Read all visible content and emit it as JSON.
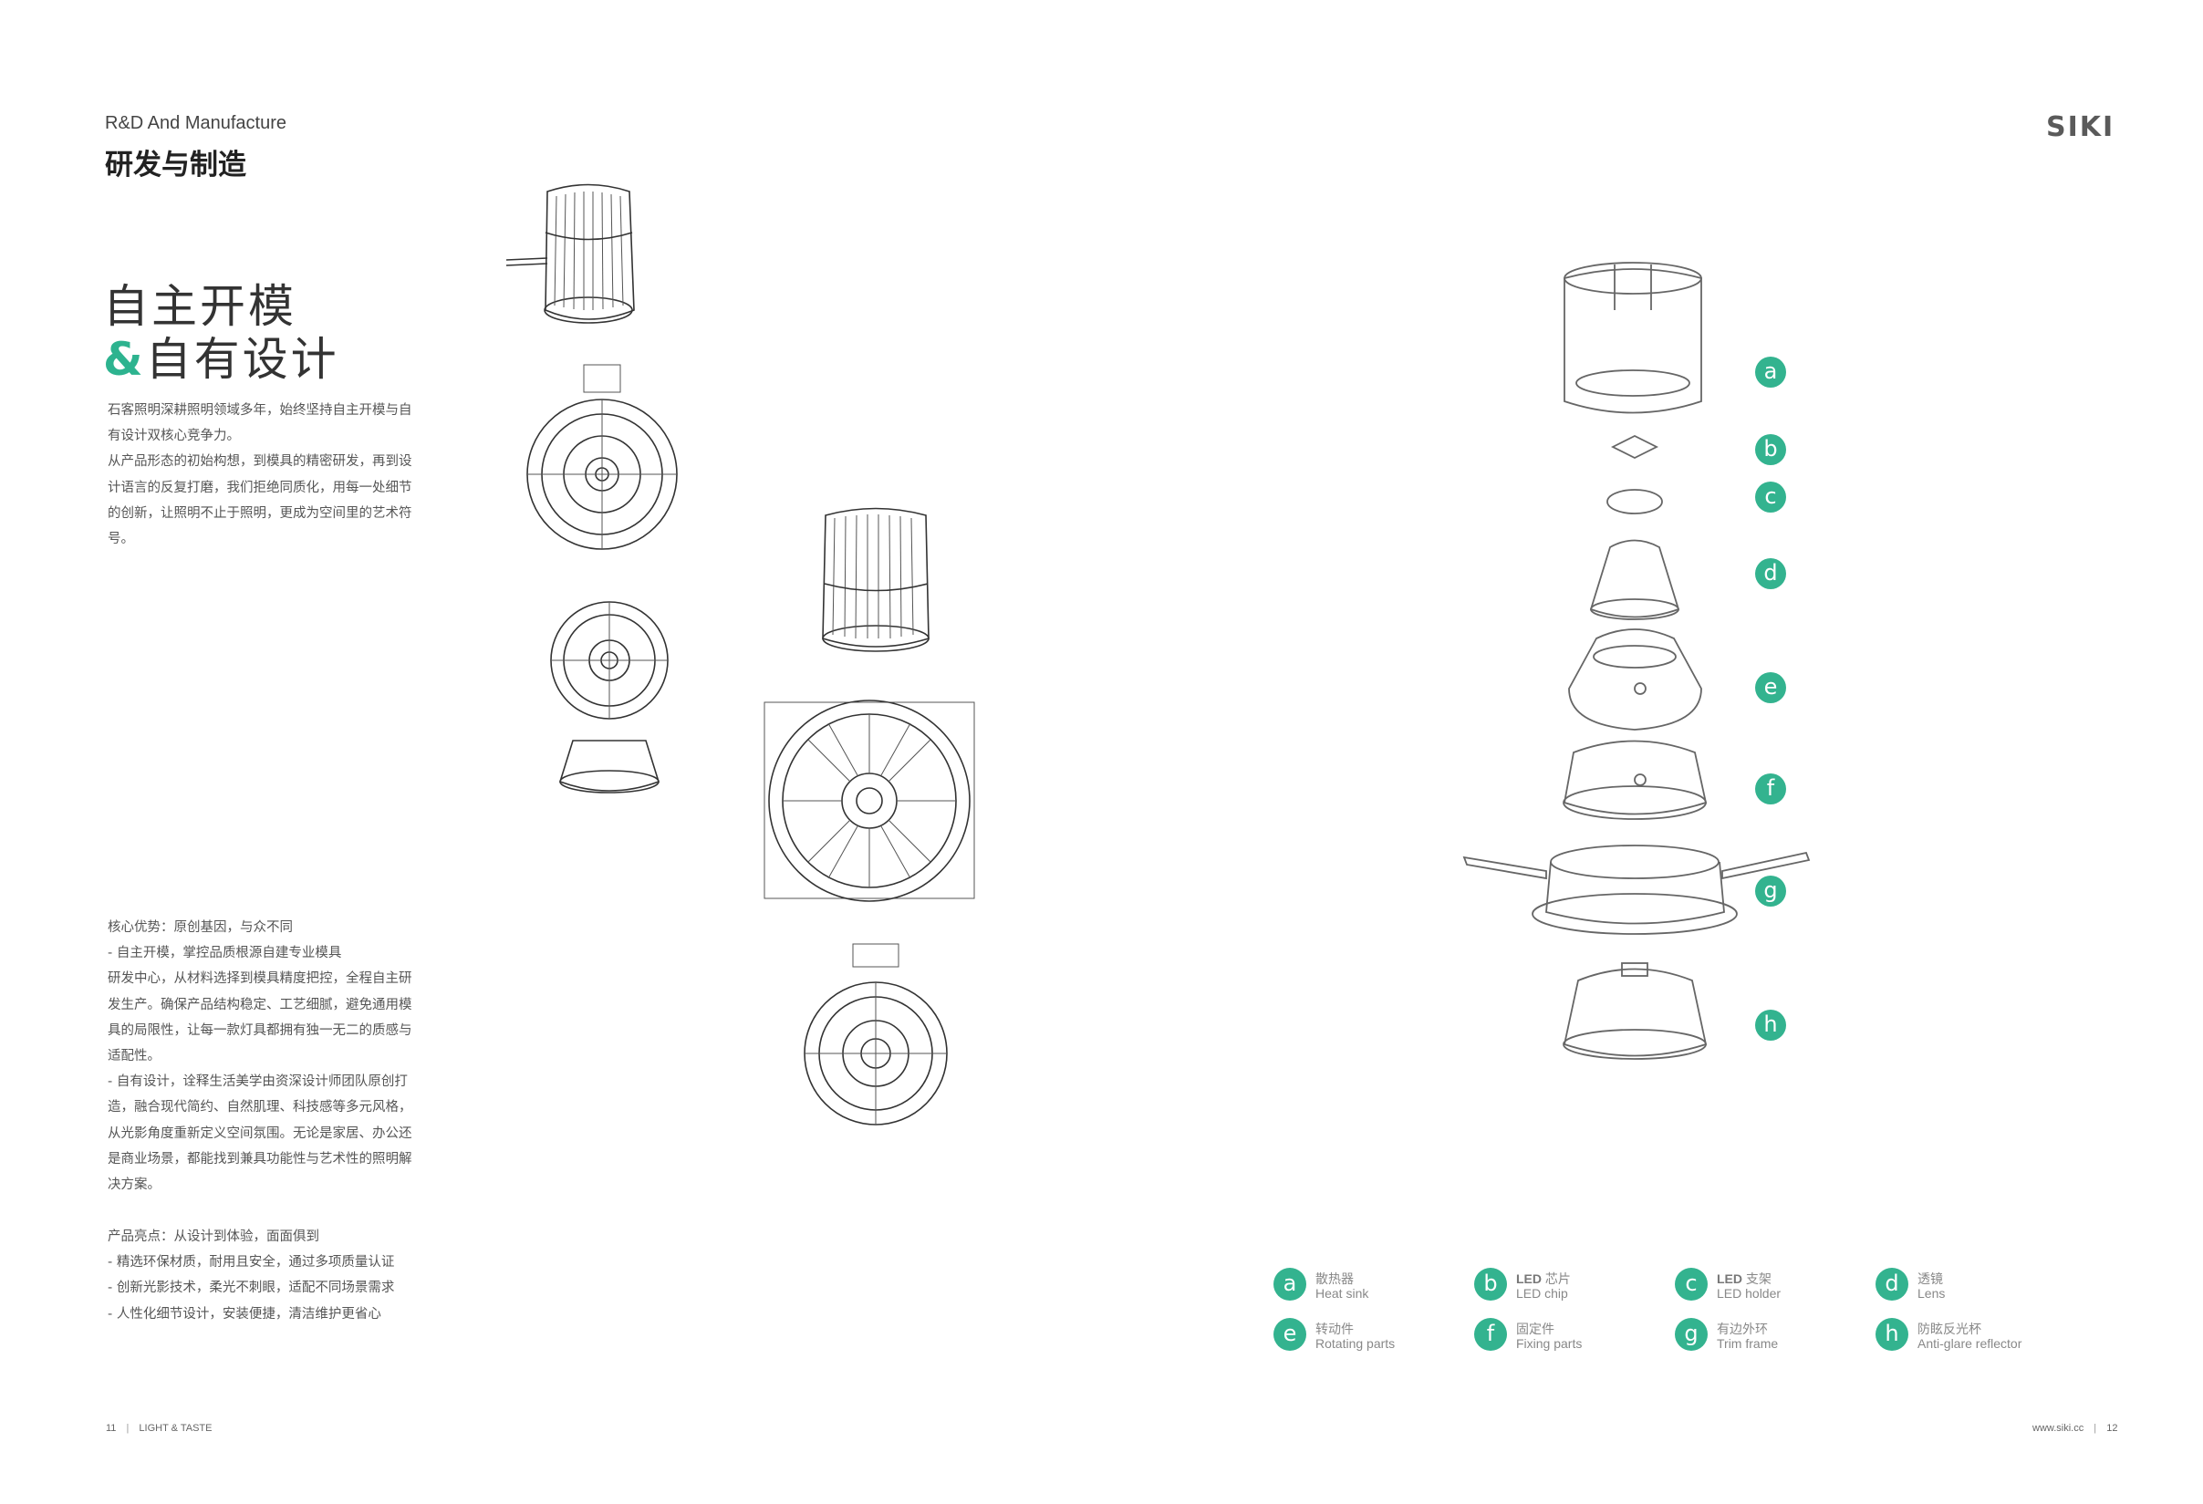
{
  "header": {
    "subtitle_en": "R&D And Manufacture",
    "subtitle_cn": "研发与制造",
    "logo": "SIKI"
  },
  "hero": {
    "line1": "自主开模",
    "amp": "&",
    "line2": "自有设计"
  },
  "intro": [
    "石客照明深耕照明领域多年，始终坚持自主开模与自",
    "有设计双核心竞争力。",
    "从产品形态的初始构想，到模具的精密研发，再到设",
    "计语言的反复打磨，我们拒绝同质化，用每一处细节",
    "的创新，让照明不止于照明，更成为空间里的艺术符",
    "号。"
  ],
  "advantages": [
    "核心优势：原创基因，与众不同",
    "- 自主开模，掌控品质根源自建专业模具",
    "研发中心，从材料选择到模具精度把控，全程自主研",
    "发生产。确保产品结构稳定、工艺细腻，避免通用模",
    "具的局限性，让每一款灯具都拥有独一无二的质感与",
    "适配性。",
    "-  自有设计，诠释生活美学由资深设计师团队原创打",
    "造，融合现代简约、自然肌理、科技感等多元风格，",
    "从光影角度重新定义空间氛围。无论是家居、办公还",
    "是商业场景，都能找到兼具功能性与艺术性的照明解",
    "决方案。"
  ],
  "highlights": [
    "产品亮点：从设计到体验，面面俱到",
    "- 精选环保材质，耐用且安全，通过多项质量认证",
    "- 创新光影技术，柔光不刺眼，适配不同场景需求",
    "- 人性化细节设计，安装便捷，清洁维护更省心"
  ],
  "diagram_labels": [
    "a",
    "b",
    "c",
    "d",
    "e",
    "f",
    "g",
    "h"
  ],
  "legend": [
    {
      "letter": "a",
      "cn": "散热器",
      "prefix": "",
      "en": "Heat sink"
    },
    {
      "letter": "b",
      "cn": "芯片",
      "prefix": "LED",
      "en": "LED chip"
    },
    {
      "letter": "c",
      "cn": "支架",
      "prefix": "LED",
      "en": "LED holder"
    },
    {
      "letter": "d",
      "cn": "透镜",
      "prefix": "",
      "en": "Lens"
    },
    {
      "letter": "e",
      "cn": "转动件",
      "prefix": "",
      "en": "Rotating parts"
    },
    {
      "letter": "f",
      "cn": "固定件",
      "prefix": "",
      "en": "Fixing parts"
    },
    {
      "letter": "g",
      "cn": "有边外环",
      "prefix": "",
      "en": "Trim  frame"
    },
    {
      "letter": "h",
      "cn": "防眩反光杯",
      "prefix": "",
      "en": "Anti-glare reflector"
    }
  ],
  "footer": {
    "left_page": "11",
    "left_text": "LIGHT & TASTE",
    "right_url": "www.siki.cc",
    "right_page": "12"
  },
  "colors": {
    "accent": "#33b38f"
  }
}
